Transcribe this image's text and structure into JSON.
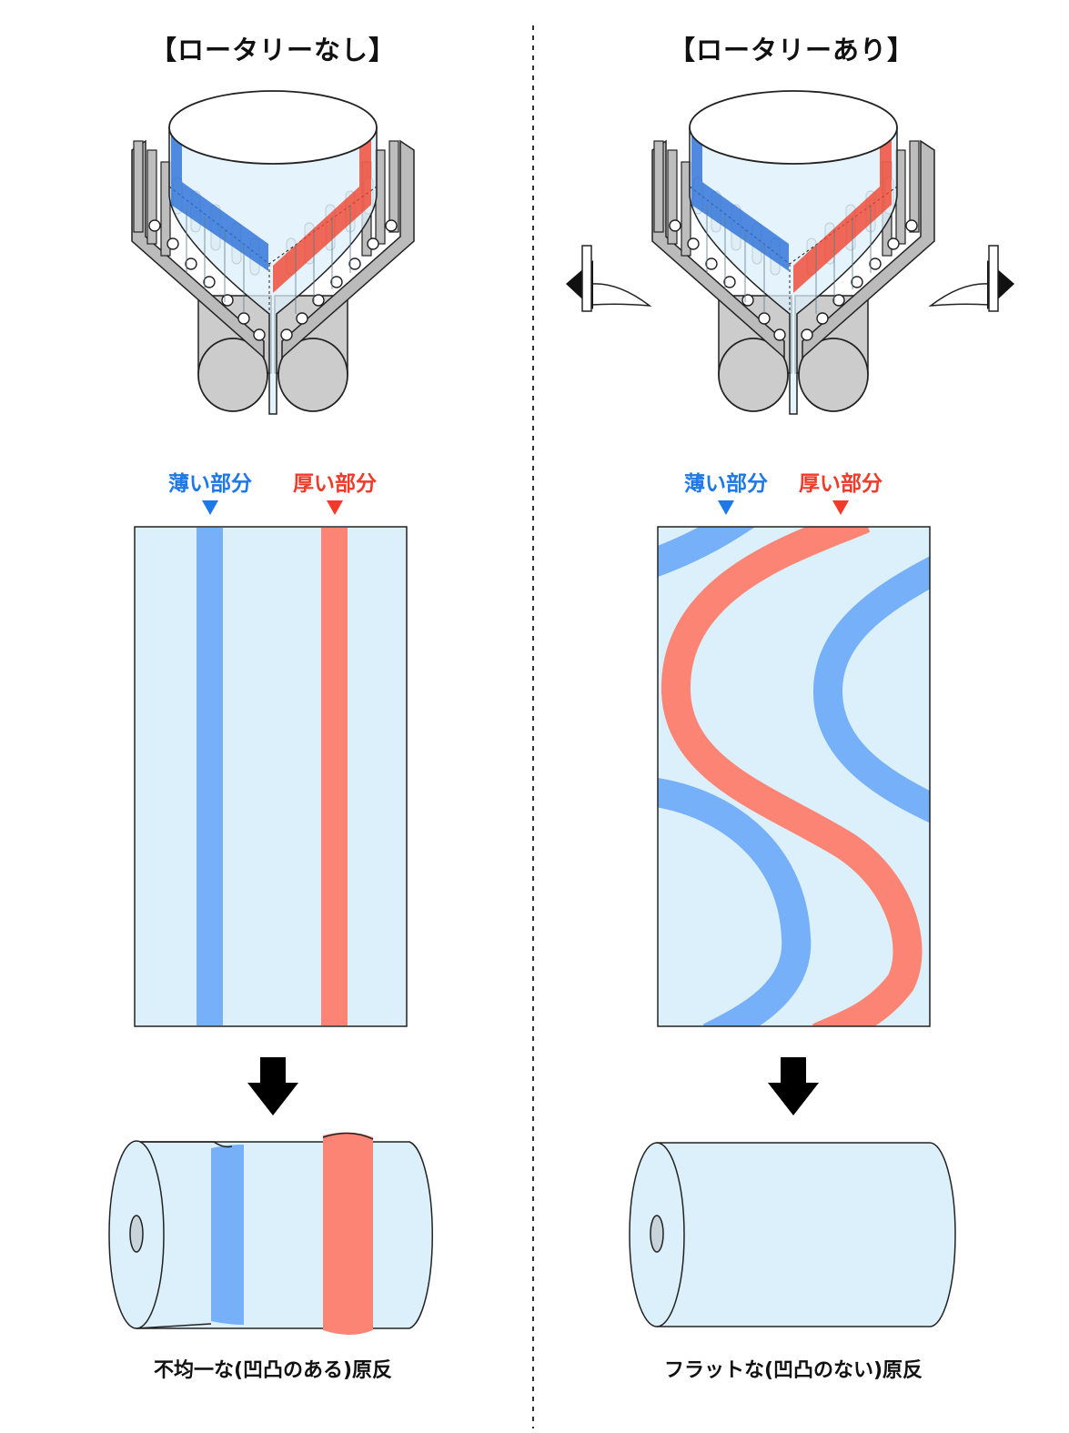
{
  "left": {
    "title": "【ロータリーなし】",
    "thin_label": "薄い部分",
    "thick_label": "厚い部分",
    "caption": "不均一な(凹凸のある)原反"
  },
  "right": {
    "title": "【ロータリーあり】",
    "thin_label": "薄い部分",
    "thick_label": "厚い部分",
    "caption": "フラットな(凹凸のない)原反"
  },
  "colors": {
    "film": "#dcf0fb",
    "thin_band": "#75b0f8",
    "thick_band": "#fb8474",
    "roller": "#cccccc",
    "frame": "#b8b8b8",
    "outline": "#222222"
  }
}
